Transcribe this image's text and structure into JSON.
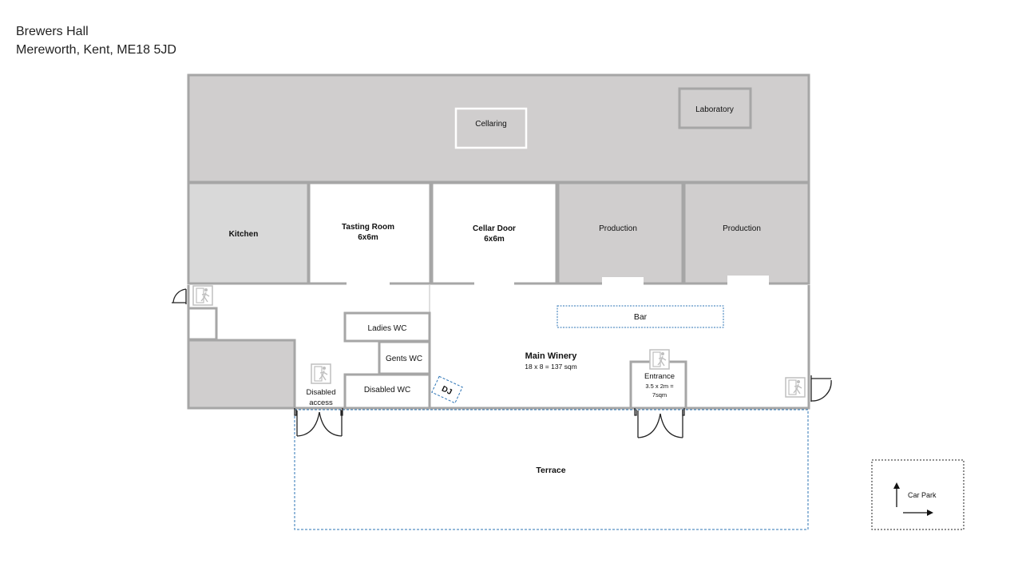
{
  "header": {
    "venue_name": "Brewers Hall",
    "address": "Mereworth, Kent, ME18 5JD"
  },
  "rooms": {
    "cellaring": "Cellaring",
    "laboratory": "Laboratory",
    "kitchen": "Kitchen",
    "tasting_room": {
      "name": "Tasting Room",
      "size": "6x6m"
    },
    "cellar_door": {
      "name": "Cellar Door",
      "size": "6x6m"
    },
    "production_1": "Production",
    "production_2": "Production",
    "bar": "Bar",
    "main_winery": {
      "name": "Main Winery",
      "size": "18 x 8 = 137 sqm"
    },
    "ladies_wc": "Ladies WC",
    "gents_wc": "Gents WC",
    "disabled_wc": "Disabled WC",
    "dj": "DJ",
    "disabled_access": {
      "line1": "Disabled",
      "line2": "access"
    },
    "entrance": {
      "name": "Entrance",
      "size_line1": "3.5 x 2m =",
      "size_line2": "7sqm"
    },
    "terrace": "Terrace"
  },
  "legend": {
    "car_park": "Car Park"
  },
  "colors": {
    "wall": "#a6a6a6",
    "room_fill_dark": "#d0cece",
    "room_fill_light": "#d9d9d9",
    "dashed_outline": "#2e75b6",
    "text": "#111111"
  },
  "icons": [
    "fire-exit-icon",
    "arrow-up-icon",
    "arrow-right-icon",
    "door-swing-icon"
  ]
}
